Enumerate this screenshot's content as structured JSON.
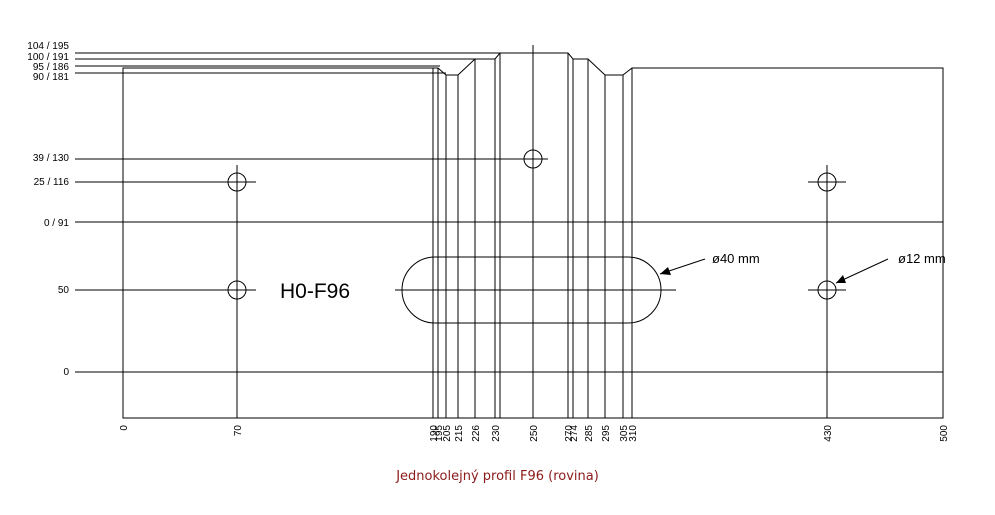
{
  "drawing": {
    "title": "H0-F96",
    "dim_slot": "ø40 mm",
    "dim_hole": "ø12 mm",
    "y_labels": [
      "104 / 195",
      "100 / 191",
      "95 / 186",
      "90 / 181",
      "39 / 130",
      "25 / 116",
      "0 / 91",
      "50",
      "0"
    ],
    "x_labels": [
      "0",
      "70",
      "190",
      "195",
      "205",
      "215",
      "226",
      "230",
      "250",
      "270",
      "274",
      "285",
      "295",
      "305",
      "310",
      "430",
      "500"
    ]
  },
  "caption": "Jednokolejný profil F96 (rovina)"
}
